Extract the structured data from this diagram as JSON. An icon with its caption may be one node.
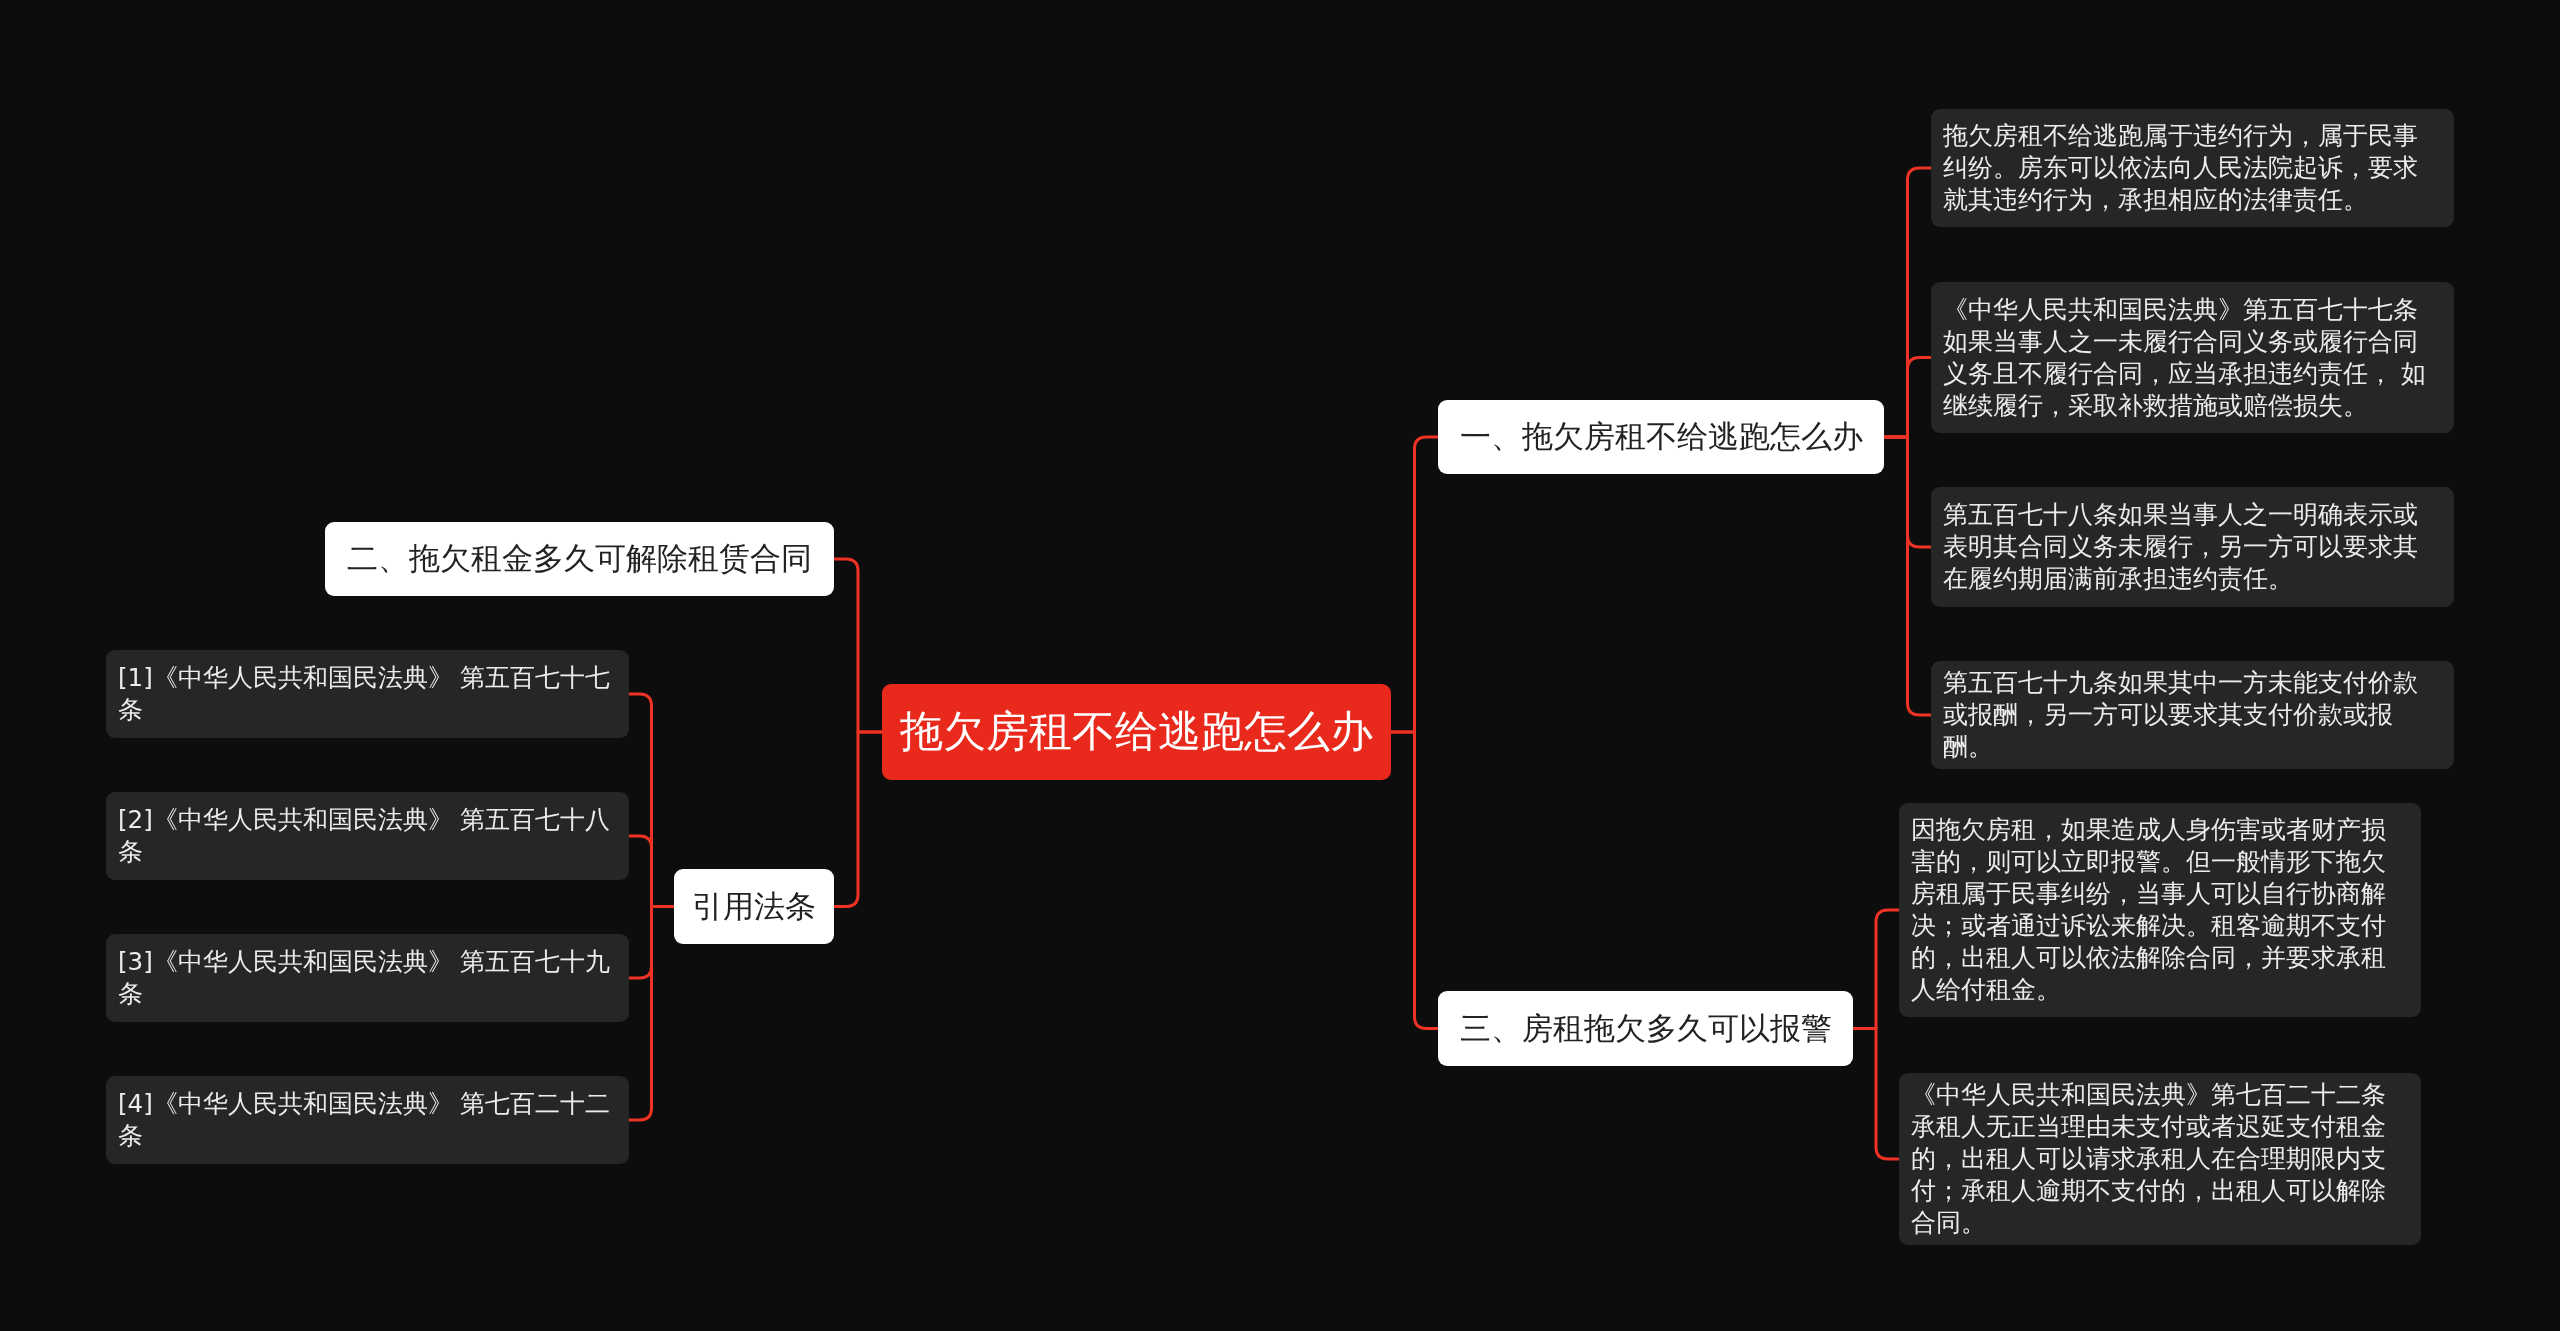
{
  "diagram": {
    "nodes": [
      {
        "text": [
          "拖欠房租不给逃跑怎么办"
        ]
      },
      {
        "text": [
          "一、拖欠房租不给逃跑怎么办"
        ]
      },
      {
        "text": [
          "拖欠房租不给逃跑属于违约行为，属于民事纠纷。房东可以依法向人民法院起诉，要求就其违约行为，承担相应的法律责任。"
        ]
      },
      {
        "text": [
          "《中华人民共和国民法典》第五百七十七条如果当事人之一未履行合同义务或履行合同义务且不履行合同，应当承担违约责任， 如继续履行，采取补救措施或赔偿损失。"
        ]
      },
      {
        "text": [
          "第五百七十八条如果当事人之一明确表示或表明其合同义务未履行，另一方可以要求其在履约期届满前承担违约责任。"
        ]
      },
      {
        "text": [
          "第五百七十九条如果其中一方未能支付价款或报酬，另一方可以要求其支付价款或报酬。"
        ]
      },
      {
        "text": [
          "二、拖欠租金多久可解除租赁合同"
        ]
      },
      {
        "text": [
          "三、房租拖欠多久可以报警"
        ]
      },
      {
        "text": [
          "因拖欠房租，如果造成人身伤害或者财产损害的，则可以立即报警。但一般情形下拖欠房租属于民事纠纷，当事人可以自行协商解决；或者通过诉讼来解决。租客逾期不支付的，出租人可以依法解除合同，并要求承租人给付租金。"
        ]
      },
      {
        "text": [
          "《中华人民共和国民法典》第七百二十二条承租人无正当理由未支付或者迟延支付租金的，出租人可以请求承租人在合理期限内支付；承租人逾期不支付的，出租人可以解除合同。"
        ]
      },
      {
        "text": [
          "引用法条"
        ]
      },
      {
        "text": [
          "[1]《中华人民共和国民法典》 第五百七十七条"
        ]
      },
      {
        "text": [
          "[2]《中华人民共和国民法典》 第五百七十八条"
        ]
      },
      {
        "text": [
          "[3]《中华人民共和国民法典》 第五百七十九条"
        ]
      },
      {
        "text": [
          "[4]《中华人民共和国民法典》 第七百二十二条"
        ]
      }
    ],
    "edges": [
      {
        "from": 0,
        "to": 1,
        "arrow": "none"
      },
      {
        "from": 1,
        "to": 2,
        "arrow": "none"
      },
      {
        "from": 1,
        "to": 3,
        "arrow": "none"
      },
      {
        "from": 1,
        "to": 4,
        "arrow": "none"
      },
      {
        "from": 1,
        "to": 5,
        "arrow": "none"
      },
      {
        "from": 0,
        "to": 6,
        "arrow": "none"
      },
      {
        "from": 0,
        "to": 7,
        "arrow": "none"
      },
      {
        "from": 7,
        "to": 8,
        "arrow": "none"
      },
      {
        "from": 7,
        "to": 9,
        "arrow": "none"
      },
      {
        "from": 0,
        "to": 10,
        "arrow": "none"
      },
      {
        "from": 10,
        "to": 11,
        "arrow": "none"
      },
      {
        "from": 10,
        "to": 12,
        "arrow": "none"
      },
      {
        "from": 10,
        "to": 13,
        "arrow": "none"
      },
      {
        "from": 10,
        "to": 14,
        "arrow": "none"
      }
    ]
  }
}
